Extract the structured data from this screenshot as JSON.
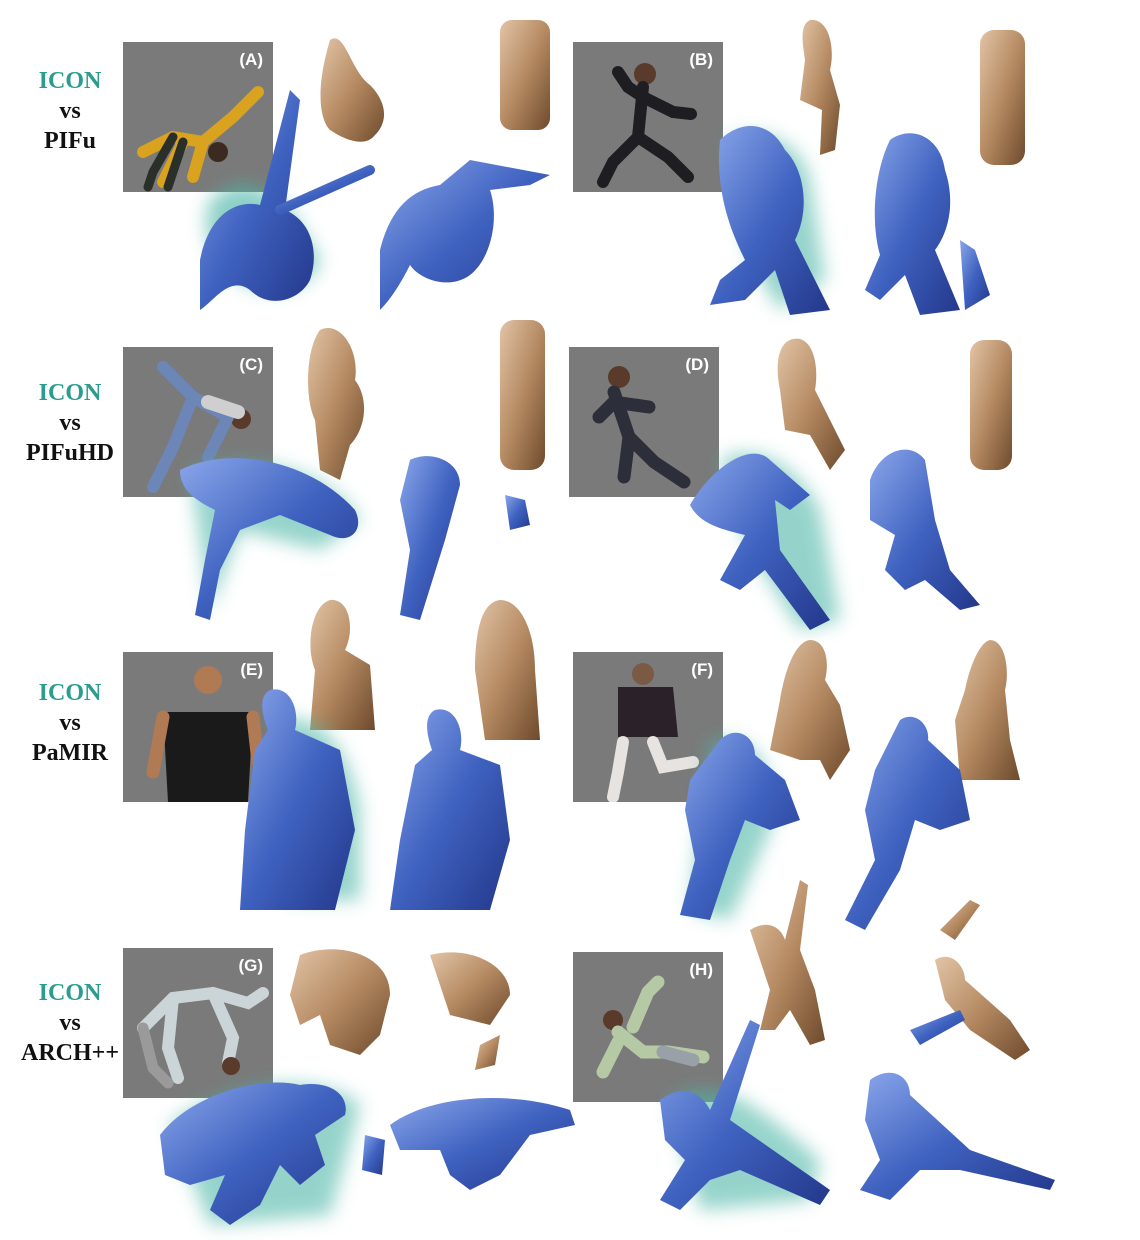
{
  "rows": [
    {
      "method": "ICON",
      "vs": "vs",
      "baseline": "PIFu"
    },
    {
      "method": "ICON",
      "vs": "vs",
      "baseline": "PIFuHD"
    },
    {
      "method": "ICON",
      "vs": "vs",
      "baseline": "PaMIR"
    },
    {
      "method": "ICON",
      "vs": "vs",
      "baseline": "ARCH++"
    }
  ],
  "panels": [
    "(A)",
    "(B)",
    "(C)",
    "(D)",
    "(E)",
    "(F)",
    "(G)",
    "(H)"
  ],
  "colors": {
    "icon_teal": "#2a9d8f",
    "mesh_blue": "#3f62c0",
    "mesh_bronze": "#b58a62",
    "photo_bg": "#7a7a7a",
    "glow": "#4fb7a8"
  }
}
